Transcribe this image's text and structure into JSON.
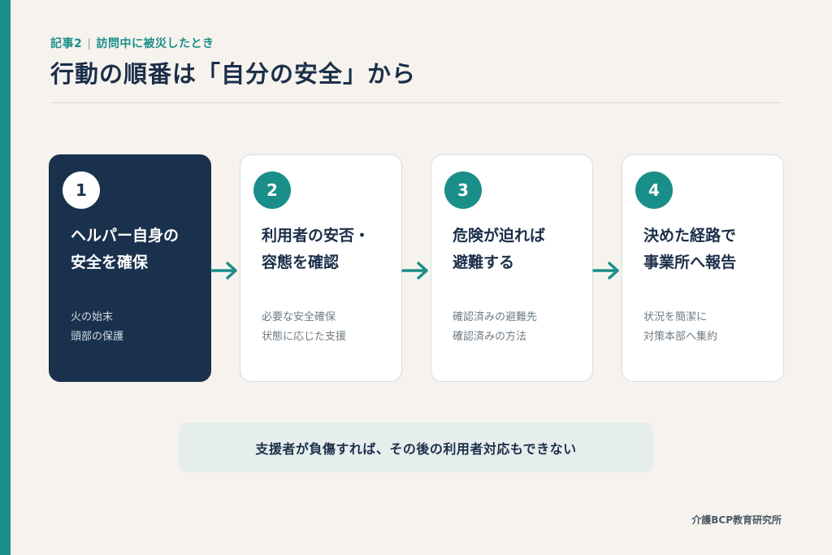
{
  "header": {
    "series": "記事2",
    "separator": "|",
    "topic": "訪問中に被災したとき",
    "title": "行動の順番は「自分の安全」から"
  },
  "steps": [
    {
      "number": "1",
      "title_lines": [
        "ヘルパー自身の",
        "安全を確保"
      ],
      "desc_lines": [
        "火の始末",
        "頭部の保護"
      ],
      "active": true
    },
    {
      "number": "2",
      "title_lines": [
        "利用者の安否・",
        "容態を確認"
      ],
      "desc_lines": [
        "必要な安全確保",
        "状態に応じた支援"
      ],
      "active": false
    },
    {
      "number": "3",
      "title_lines": [
        "危険が迫れば",
        "避難する"
      ],
      "desc_lines": [
        "確認済みの避難先",
        "確認済みの方法"
      ],
      "active": false
    },
    {
      "number": "4",
      "title_lines": [
        "決めた経路で",
        "事業所へ報告"
      ],
      "desc_lines": [
        "状況を簡潔に",
        "対策本部へ集約"
      ],
      "active": false
    }
  ],
  "note": "支援者が負傷すれば、その後の利用者対応もできない",
  "footer": "介護BCP教育研究所",
  "colors": {
    "accent": "#1a8e89",
    "navy": "#1a314d",
    "background": "#f6f3ee"
  },
  "icons": {
    "connector": "arrow-right-icon"
  }
}
